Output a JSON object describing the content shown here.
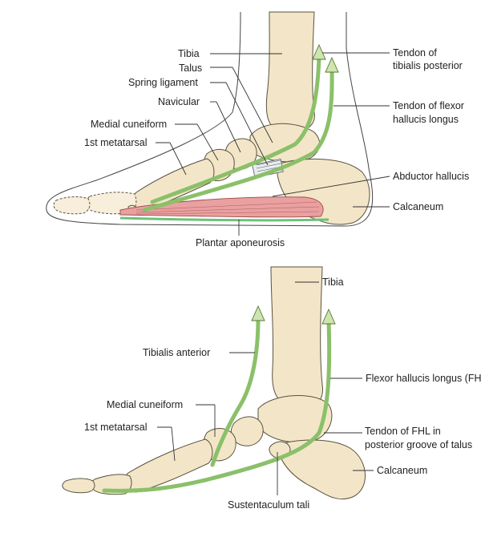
{
  "top": {
    "labels": {
      "tibia": "Tibia",
      "talus": "Talus",
      "spring_ligament": "Spring ligament",
      "navicular": "Navicular",
      "medial_cuneiform": "Medial cuneiform",
      "first_metatarsal": "1st metatarsal",
      "tendon_tib_post_1": "Tendon of",
      "tendon_tib_post_2": "tibialis posterior",
      "tendon_fhl_1": "Tendon of flexor",
      "tendon_fhl_2": "hallucis longus",
      "abductor_hallucis": "Abductor hallucis",
      "calcaneum": "Calcaneum",
      "plantar_aponeurosis": "Plantar aponeurosis"
    }
  },
  "bottom": {
    "labels": {
      "tibia": "Tibia",
      "tibialis_anterior": "Tibialis anterior",
      "medial_cuneiform": "Medial cuneiform",
      "first_metatarsal": "1st metatarsal",
      "fhl": "Flexor hallucis longus (FH",
      "tendon_fhl_groove_1": "Tendon of FHL in",
      "tendon_fhl_groove_2": "posterior groove of talus",
      "calcaneum": "Calcaneum",
      "sustentaculum_tali": "Sustentaculum tali"
    }
  },
  "colors": {
    "bone": "#f3e6c8",
    "tendon": "#cfe4b0",
    "muscle": "#e9a0a0",
    "aponeurosis": "#6fc07a"
  }
}
